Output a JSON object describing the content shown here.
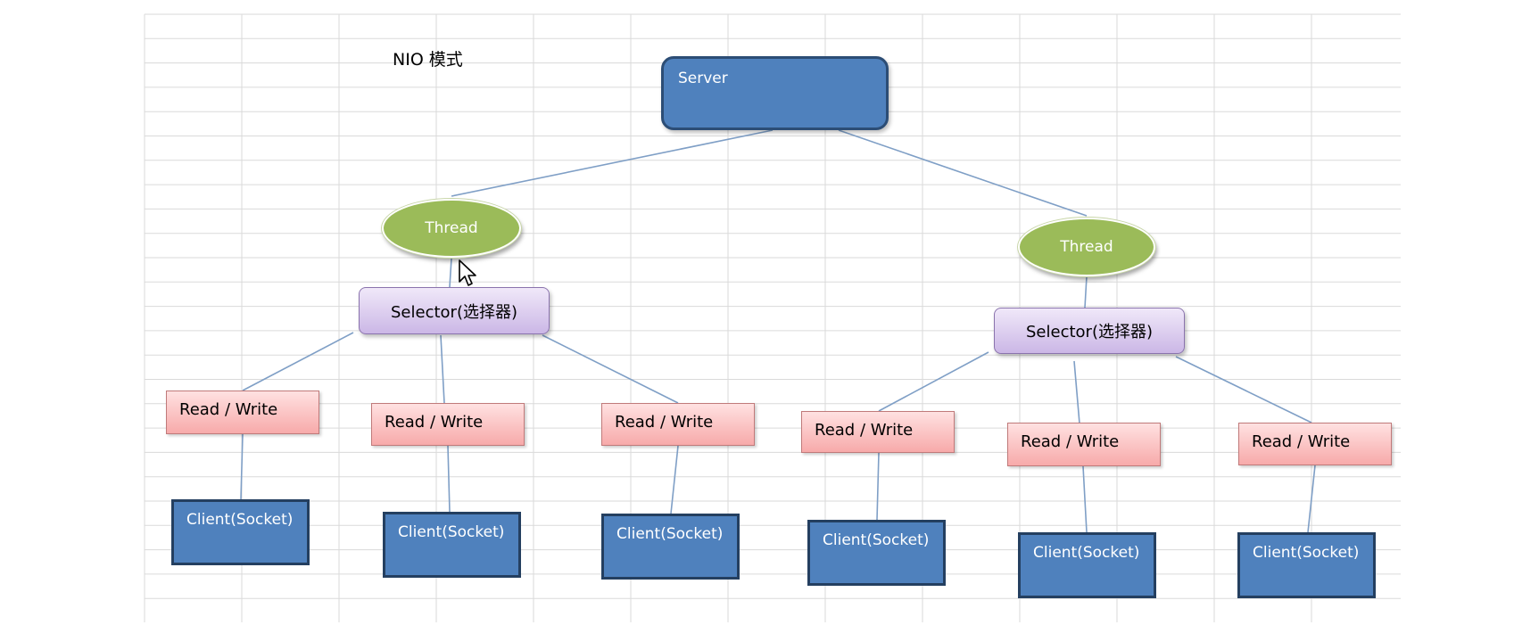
{
  "diagram": {
    "title": "NIO 模式",
    "server": {
      "label": "Server"
    },
    "threads": [
      {
        "label": "Thread"
      },
      {
        "label": "Thread"
      }
    ],
    "selectors": [
      {
        "label": "Selector(选择器)"
      },
      {
        "label": "Selector(选择器)"
      }
    ],
    "read_write": [
      {
        "label": "Read / Write"
      },
      {
        "label": "Read / Write"
      },
      {
        "label": "Read / Write"
      },
      {
        "label": "Read / Write"
      },
      {
        "label": "Read / Write"
      },
      {
        "label": "Read / Write"
      }
    ],
    "clients": [
      {
        "label": "Client(Socket)"
      },
      {
        "label": "Client(Socket)"
      },
      {
        "label": "Client(Socket)"
      },
      {
        "label": "Client(Socket)"
      },
      {
        "label": "Client(Socket)"
      },
      {
        "label": "Client(Socket)"
      }
    ],
    "colors": {
      "server_fill": "#4f81bd",
      "thread_fill": "#9bbb59",
      "selector_fill": "#cbb7e6",
      "read_write_fill": "#f7aaaa",
      "client_fill": "#4f81bd",
      "connector": "#7f9fc6"
    }
  }
}
